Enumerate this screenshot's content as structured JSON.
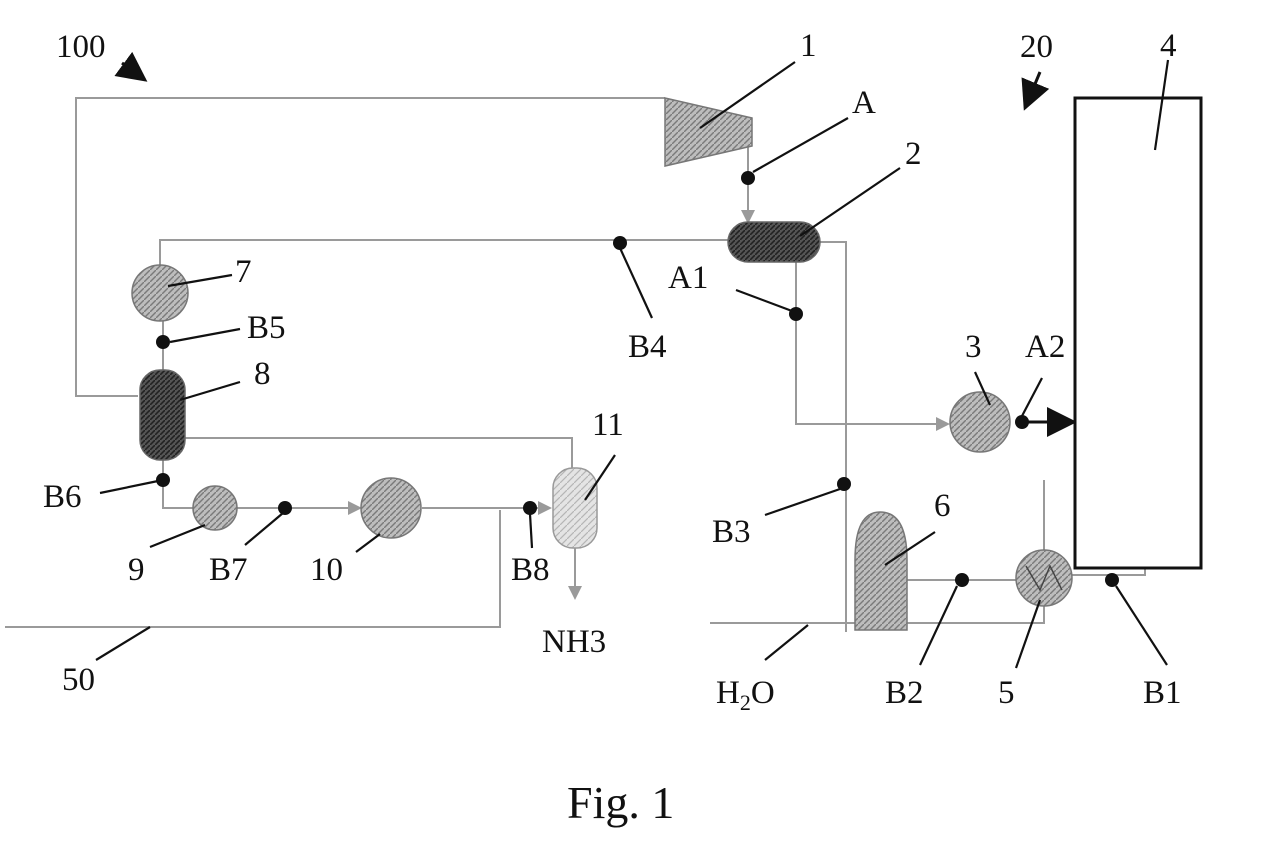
{
  "figure": {
    "caption": "Fig. 1",
    "system_labels": {
      "plant": "100",
      "power": "20",
      "feed_line": "50"
    },
    "components": {
      "c1": "1",
      "c2": "2",
      "c3": "3",
      "c4": "4",
      "c5": "5",
      "c6": "6",
      "c7": "7",
      "c8": "8",
      "c9": "9",
      "c10": "10",
      "c11": "11"
    },
    "points": {
      "A": "A",
      "A1": "A1",
      "A2": "A2",
      "B1": "B1",
      "B2": "B2",
      "B3": "B3",
      "B4": "B4",
      "B5": "B5",
      "B6": "B6",
      "B7": "B7",
      "B8": "B8"
    },
    "streams": {
      "product": "NH3",
      "water_main": "H",
      "water_sub": "2",
      "water_tail": "O"
    }
  }
}
